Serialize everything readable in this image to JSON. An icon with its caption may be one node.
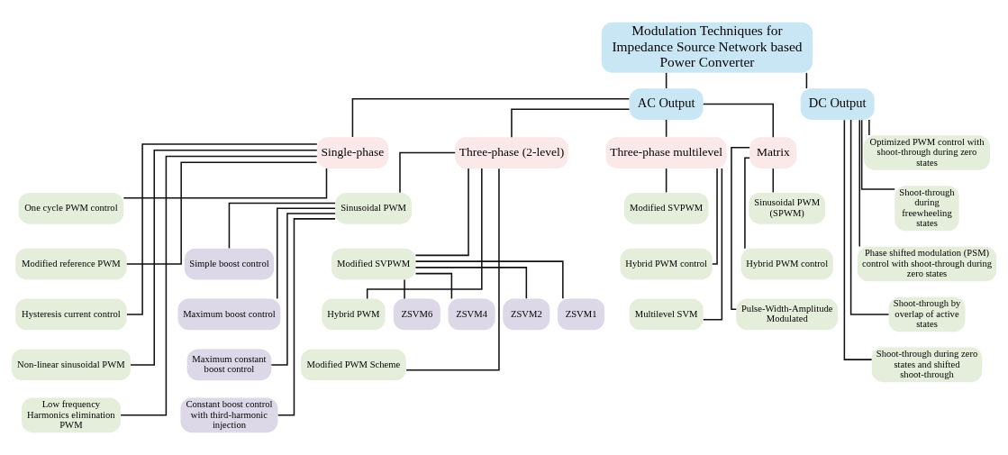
{
  "diagram": {
    "nodes": [
      {
        "text": [
          "Modulation Techniques for Impedance Source Network based Power Converter"
        ]
      },
      {
        "text": [
          "AC Output"
        ]
      },
      {
        "text": [
          "DC Output"
        ]
      },
      {
        "text": [
          "Single-phase"
        ]
      },
      {
        "text": [
          "Three-phase (2-level)"
        ]
      },
      {
        "text": [
          "Three-phase multilevel"
        ]
      },
      {
        "text": [
          "Matrix"
        ]
      },
      {
        "text": [
          "One cycle PWM control"
        ]
      },
      {
        "text": [
          "Modified reference PWM"
        ]
      },
      {
        "text": [
          "Hysteresis current control"
        ]
      },
      {
        "text": [
          "Non-linear sinusoidal PWM"
        ]
      },
      {
        "text": [
          "Low frequency Harmonics elimination PWM"
        ]
      },
      {
        "text": [
          "Sinusoidal PWM"
        ]
      },
      {
        "text": [
          "Simple boost control"
        ]
      },
      {
        "text": [
          "Maximum boost control"
        ]
      },
      {
        "text": [
          "Maximum constant boost control"
        ]
      },
      {
        "text": [
          "Constant boost control with third-harmonic injection"
        ]
      },
      {
        "text": [
          "Modified SVPWM"
        ]
      },
      {
        "text": [
          "Hybrid PWM"
        ]
      },
      {
        "text": [
          "Modified PWM Scheme"
        ]
      },
      {
        "text": [
          "ZSVM6"
        ]
      },
      {
        "text": [
          "ZSVM4"
        ]
      },
      {
        "text": [
          "ZSVM2"
        ]
      },
      {
        "text": [
          "ZSVM1"
        ]
      },
      {
        "text": [
          "Modified SVPWM"
        ]
      },
      {
        "text": [
          "Hybrid PWM control"
        ]
      },
      {
        "text": [
          "Multilevel SVM"
        ]
      },
      {
        "text": [
          "Sinusoidal PWM (SPWM)"
        ]
      },
      {
        "text": [
          "Hybrid PWM control"
        ]
      },
      {
        "text": [
          "Pulse-Width-Amplitude Modulated"
        ]
      },
      {
        "text": [
          "Optimized PWM control with shoot-through during zero states"
        ]
      },
      {
        "text": [
          "Shoot-through during freewheeling states"
        ]
      },
      {
        "text": [
          "Phase shifted modulation (PSM) control with shoot-through during zero states"
        ]
      },
      {
        "text": [
          "Shoot-through by overlap of active states"
        ]
      },
      {
        "text": [
          "Shoot-through during zero states and shifted shoot-through"
        ]
      }
    ],
    "edges": [
      {
        "from": 0,
        "to": 1,
        "arrow": "none"
      },
      {
        "from": 0,
        "to": 2,
        "arrow": "none"
      },
      {
        "from": 1,
        "to": 3,
        "arrow": "none"
      },
      {
        "from": 1,
        "to": 4,
        "arrow": "none"
      },
      {
        "from": 1,
        "to": 5,
        "arrow": "none"
      },
      {
        "from": 1,
        "to": 6,
        "arrow": "none"
      },
      {
        "from": 3,
        "to": 7,
        "arrow": "none"
      },
      {
        "from": 3,
        "to": 8,
        "arrow": "none"
      },
      {
        "from": 3,
        "to": 9,
        "arrow": "none"
      },
      {
        "from": 3,
        "to": 10,
        "arrow": "none"
      },
      {
        "from": 3,
        "to": 11,
        "arrow": "none"
      },
      {
        "from": 4,
        "to": 12,
        "arrow": "none"
      },
      {
        "from": 12,
        "to": 13,
        "arrow": "none"
      },
      {
        "from": 12,
        "to": 14,
        "arrow": "none"
      },
      {
        "from": 12,
        "to": 15,
        "arrow": "none"
      },
      {
        "from": 12,
        "to": 16,
        "arrow": "none"
      },
      {
        "from": 4,
        "to": 17,
        "arrow": "none"
      },
      {
        "from": 4,
        "to": 18,
        "arrow": "none"
      },
      {
        "from": 4,
        "to": 19,
        "arrow": "none"
      },
      {
        "from": 17,
        "to": 20,
        "arrow": "none"
      },
      {
        "from": 17,
        "to": 21,
        "arrow": "none"
      },
      {
        "from": 17,
        "to": 22,
        "arrow": "none"
      },
      {
        "from": 17,
        "to": 23,
        "arrow": "none"
      },
      {
        "from": 5,
        "to": 24,
        "arrow": "none"
      },
      {
        "from": 5,
        "to": 25,
        "arrow": "none"
      },
      {
        "from": 5,
        "to": 26,
        "arrow": "none"
      },
      {
        "from": 6,
        "to": 27,
        "arrow": "none"
      },
      {
        "from": 6,
        "to": 28,
        "arrow": "none"
      },
      {
        "from": 6,
        "to": 29,
        "arrow": "none"
      },
      {
        "from": 2,
        "to": 30,
        "arrow": "none"
      },
      {
        "from": 2,
        "to": 31,
        "arrow": "none"
      },
      {
        "from": 2,
        "to": 32,
        "arrow": "none"
      },
      {
        "from": 2,
        "to": 33,
        "arrow": "none"
      },
      {
        "from": 2,
        "to": 34,
        "arrow": "none"
      }
    ]
  }
}
